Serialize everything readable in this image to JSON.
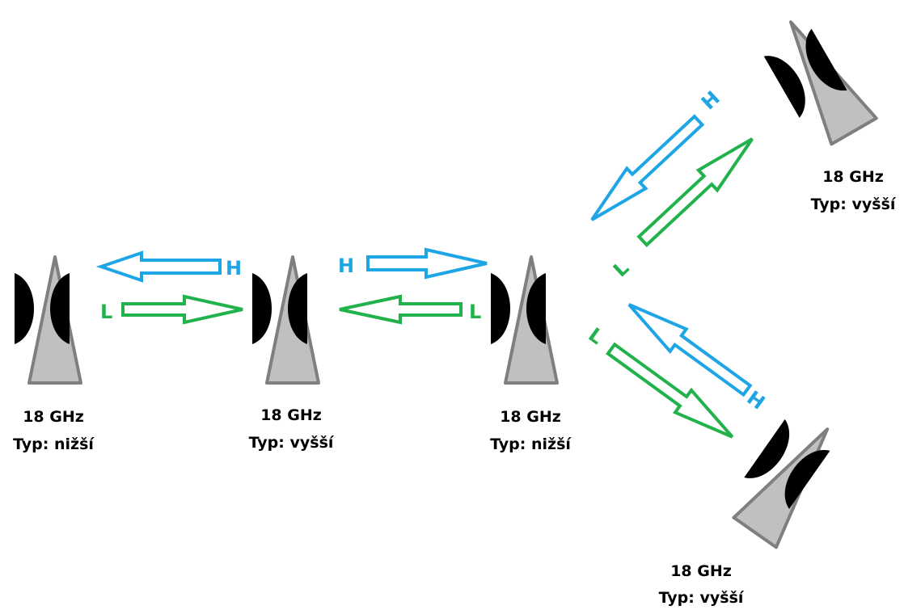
{
  "colors": {
    "high_band": "#1ea5e6",
    "low_band": "#22b24c",
    "dish": "#000000",
    "mast_fill": "#c0c0c0",
    "mast_stroke": "#7f7f7f"
  },
  "stations": [
    {
      "frequency": "18 GHz",
      "type": "Typ: nižší"
    },
    {
      "frequency": "18 GHz",
      "type": "Typ: vyšší"
    },
    {
      "frequency": "18 GHz",
      "type": "Typ: nižší"
    },
    {
      "frequency": "18 GHz",
      "type": "Typ: vyšší"
    },
    {
      "frequency": "18 GHz",
      "type": "Typ: vyšší"
    }
  ],
  "bands": {
    "high": "H",
    "low": "L"
  },
  "icons": [
    "antenna-mast-icon",
    "parabolic-dish-icon",
    "hollow-arrow-icon"
  ]
}
